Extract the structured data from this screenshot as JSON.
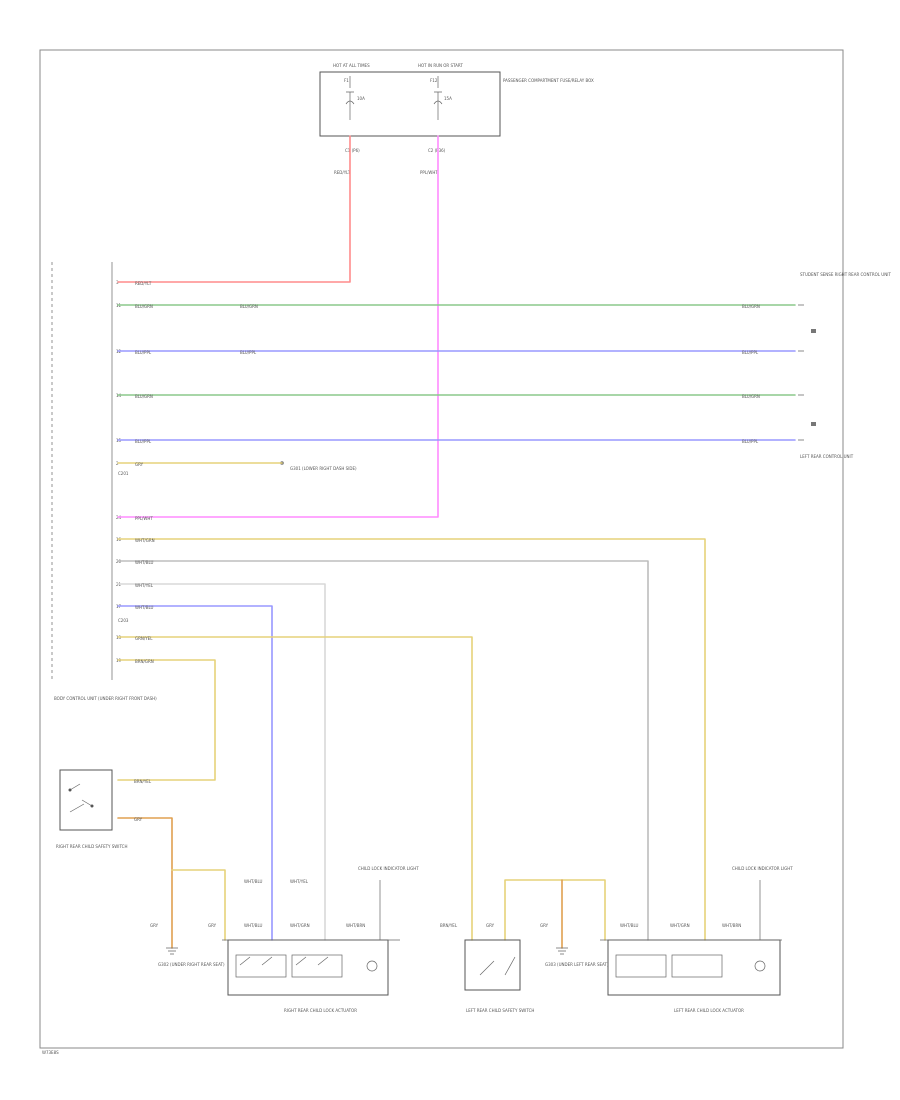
{
  "colors": {
    "red": "#ff8c8c",
    "pink": "#ff8cff",
    "green": "#8cc88c",
    "blue": "#9898ff",
    "tan": "#e6d27a",
    "orange": "#e0a050",
    "gray": "#bdbdbd",
    "white": "#d8d8d8"
  },
  "fuse_box": {
    "fuse_left": "HOT AT ALL TIMES",
    "fuse_right": "HOT IN RUN OR START",
    "f1": "F1",
    "f1_amp": "10A",
    "f2": "F12",
    "f2_amp": "15A",
    "name": "PASSENGER COMPARTMENT FUSE/RELAY BOX",
    "pin_left": "C1 (P6)",
    "pin_right": "C2 (P36)",
    "wire_left": "RED/YLT",
    "wire_right": "PPL/WHT"
  },
  "module": {
    "name": "BODY CONTROL UNIT (UNDER RIGHT FRONT DASH)",
    "pins": [
      {
        "pin": "3",
        "wire": "RED/YLT"
      },
      {
        "pin": "11",
        "wire": "BLU/GRN"
      },
      {
        "pin": "12",
        "wire": "BLU/PPL"
      },
      {
        "pin": "14",
        "wire": "BLU/GRN"
      },
      {
        "pin": "15",
        "wire": "BLU/PPL"
      },
      {
        "pin": "2",
        "wire": "GRY"
      },
      {
        "pin": "24",
        "wire": "PPL/WHT"
      },
      {
        "pin": "16",
        "wire": "WHT/GRN"
      },
      {
        "pin": "20",
        "wire": "WHT/BLU"
      },
      {
        "pin": "21",
        "wire": "WHT/YEL"
      },
      {
        "pin": "17",
        "wire": "WHT/BLU"
      },
      {
        "pin": "13",
        "wire": "GRN/YEL"
      },
      {
        "pin": "19",
        "wire": "BRN/GRN"
      }
    ],
    "splice_a": "C201",
    "splice_b": "C203",
    "ground_label": "G301 (LOWER RIGHT DASH SIDE)"
  },
  "right_components": {
    "top": "STUDENT SENSE RIGHT REAR CONTROL UNIT",
    "bottom": "LEFT REAR CONTROL UNIT",
    "wire_a": "BLU/GRN",
    "wire_b": "BLU/PPL",
    "wire_c": "BLU/GRN",
    "wire_d": "BLU/PPL",
    "mid_a": "BLU/GRN",
    "mid_b": "BLU/PPL"
  },
  "left_switch": {
    "name": "RIGHT REAR CHILD SAFETY SWITCH",
    "wire_a": "BRN/YEL",
    "wire_b": "GRY"
  },
  "bottom": {
    "ground_left": "G302 (UNDER RIGHT REAR SEAT)",
    "ground_mid": "G303 (UNDER LEFT REAR SEAT)",
    "rr_module": "RIGHT REAR CHILD LOCK ACTUATOR",
    "lr_module": "LEFT REAR CHILD LOCK ACTUATOR",
    "mid_switch": "LEFT REAR CHILD SAFETY SWITCH",
    "indicator": "CHILD LOCK INDICATOR LIGHT",
    "w1": "GRY",
    "w2": "GRY",
    "w3": "WHT/BLU",
    "w4": "WHT/GRN",
    "w5": "WHT/BRN",
    "w6": "BRN/YEL",
    "w7": "GRY",
    "w8": "WHT/BLU",
    "w9": "WHT/GRN",
    "w10": "WHT/BRN",
    "w11": "GRY",
    "j1": "WHT/BLU",
    "j2": "WHT/YEL"
  },
  "footer": "W73E8S"
}
